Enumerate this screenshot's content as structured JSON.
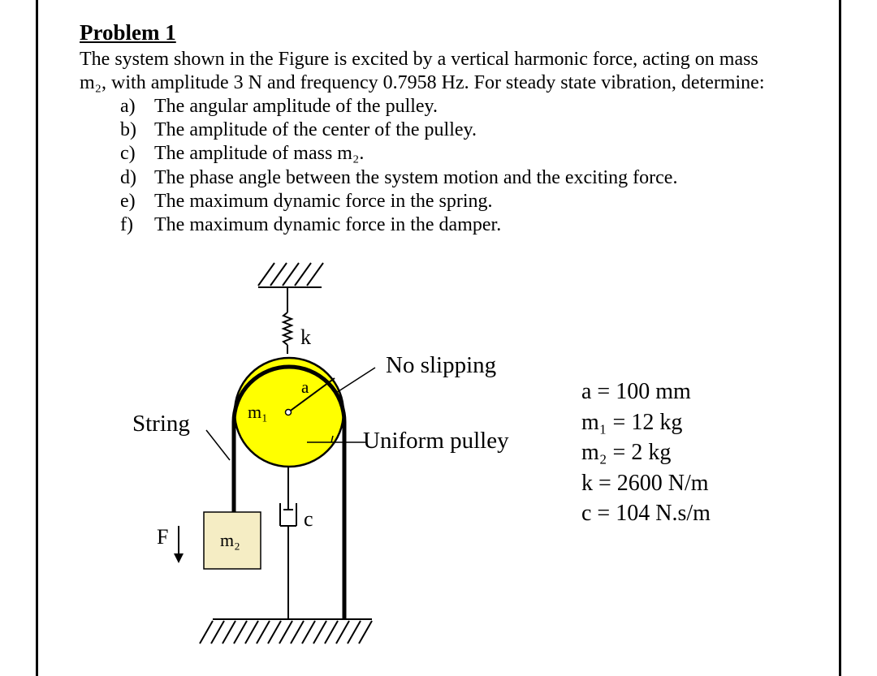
{
  "problem": {
    "title": "Problem 1",
    "intro_line1": "The system shown in the Figure is excited by a vertical harmonic force, acting on mass",
    "intro_line2": "m₂, with amplitude 3 N and frequency 0.7958 Hz. For steady state vibration, determine:",
    "tasks": [
      {
        "marker": "a)",
        "text": "The angular amplitude of the pulley."
      },
      {
        "marker": "b)",
        "text": "The amplitude of the center of the pulley."
      },
      {
        "marker": "c)",
        "text": "The amplitude of mass m₂."
      },
      {
        "marker": "d)",
        "text": "The phase angle between the system motion and the exciting force."
      },
      {
        "marker": "e)",
        "text": "The maximum dynamic force in the spring."
      },
      {
        "marker": "f)",
        "text": "The maximum dynamic force in the damper."
      }
    ]
  },
  "figure": {
    "label_spring": "k",
    "label_radius": "a",
    "label_no_slipping": "No slipping",
    "label_string": "String",
    "label_m1": "m₁",
    "label_uniform_pulley": "Uniform pulley",
    "label_damper": "c",
    "label_force": "F",
    "label_m2": "m₂",
    "pulley_color": "#ffff00",
    "block_color": "#f5edc4"
  },
  "parameters": [
    "a = 100 mm",
    "m₁ = 12 kg",
    "m₂ = 2 kg",
    "k = 2600 N/m",
    "c = 104 N.s/m"
  ]
}
